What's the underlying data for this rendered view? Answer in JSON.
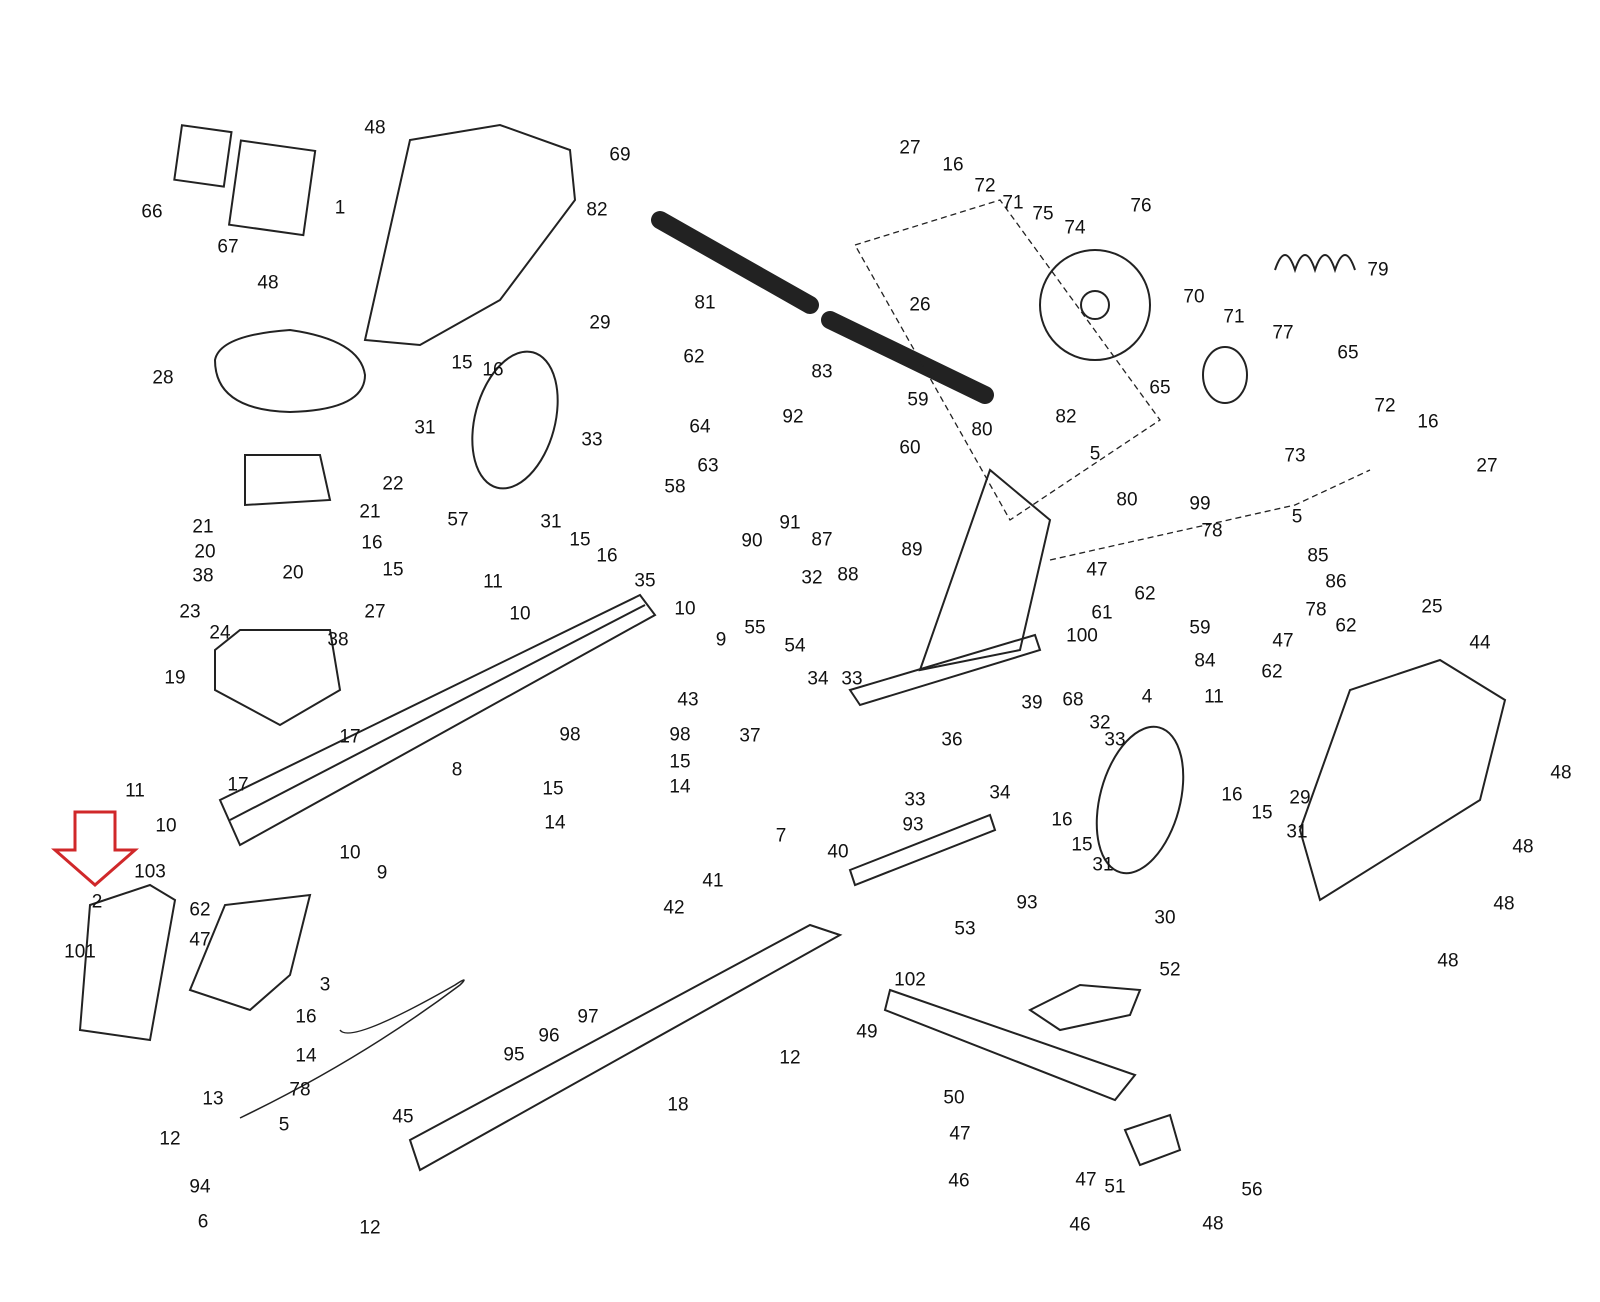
{
  "diagram": {
    "type": "exploded-parts-diagram",
    "highlight_color": "#d0282a",
    "highlighted_part": "2",
    "labels": [
      "48",
      "69",
      "66",
      "67",
      "1",
      "48",
      "28",
      "22",
      "21",
      "21",
      "16",
      "20",
      "15",
      "38",
      "20",
      "23",
      "27",
      "24",
      "38",
      "19",
      "17",
      "17",
      "11",
      "10",
      "103",
      "62",
      "47",
      "10",
      "9",
      "2",
      "101",
      "3",
      "16",
      "14",
      "78",
      "13",
      "12",
      "5",
      "45",
      "94",
      "6",
      "95",
      "96",
      "97",
      "18",
      "12",
      "12",
      "8",
      "11",
      "10",
      "35",
      "58",
      "57",
      "31",
      "15",
      "16",
      "29",
      "33",
      "31",
      "15",
      "16",
      "82",
      "81",
      "83",
      "62",
      "64",
      "63",
      "90",
      "91",
      "92",
      "60",
      "59",
      "80",
      "82",
      "26",
      "5",
      "87",
      "88",
      "89",
      "32",
      "34",
      "33",
      "55",
      "54",
      "37",
      "10",
      "9",
      "43",
      "98",
      "98",
      "15",
      "15",
      "14",
      "14",
      "41",
      "42",
      "7",
      "40",
      "33",
      "36",
      "34",
      "93",
      "93",
      "53",
      "102",
      "39",
      "100",
      "68",
      "61",
      "4",
      "84",
      "11",
      "32",
      "33",
      "16",
      "15",
      "31",
      "30",
      "29",
      "16",
      "15",
      "31",
      "47",
      "80",
      "62",
      "99",
      "78",
      "85",
      "86",
      "59",
      "78",
      "62",
      "47",
      "62",
      "5",
      "25",
      "44",
      "48",
      "48",
      "48",
      "48",
      "27",
      "16",
      "72",
      "71",
      "75",
      "74",
      "76",
      "70",
      "71",
      "79",
      "77",
      "65",
      "65",
      "72",
      "16",
      "73",
      "27",
      "52",
      "49",
      "50",
      "47",
      "46",
      "47",
      "51",
      "46",
      "56",
      "48"
    ]
  }
}
